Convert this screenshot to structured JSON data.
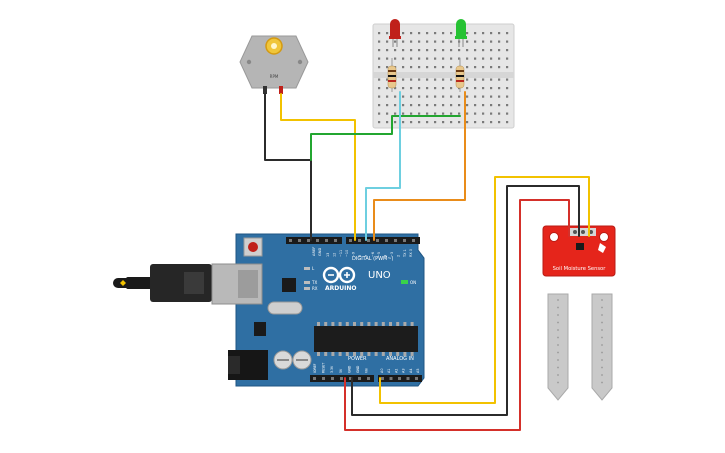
{
  "motor": {
    "label": "RPM"
  },
  "arduino": {
    "digital_header": "DIGITAL (PWM~)",
    "brand": "ARDUINO",
    "model": "UNO",
    "on_label": "ON",
    "l_label": "L",
    "tx_label": "TX",
    "rx_label": "RX",
    "aref_label": "AREF",
    "gnd_label": "GND",
    "digital_pins": [
      "13",
      "12",
      "~11",
      "~10",
      "~9",
      "8",
      "7",
      "~6",
      "~5",
      "4",
      "~3",
      "2",
      "TX 1",
      "RX 0"
    ],
    "power_label": "POWER",
    "analog_label": "ANALOG IN",
    "power_pins": [
      "IOREF",
      "RESET",
      "3.3V",
      "5V",
      "GND",
      "GND",
      "Vin"
    ],
    "analog_pins": [
      "A0",
      "A1",
      "A2",
      "A3",
      "A4",
      "A5"
    ]
  },
  "sensor": {
    "label": "Soil Moisture Sensor"
  },
  "leds": {
    "colors": {
      "red": "#c0201a",
      "green": "#26c233"
    }
  },
  "wires": {
    "colors": {
      "black": "#2b2b2b",
      "yellow": "#f2c200",
      "green": "#23a630",
      "light_blue": "#6ecfe0",
      "orange": "#e98c1a",
      "red": "#d4302a"
    }
  }
}
